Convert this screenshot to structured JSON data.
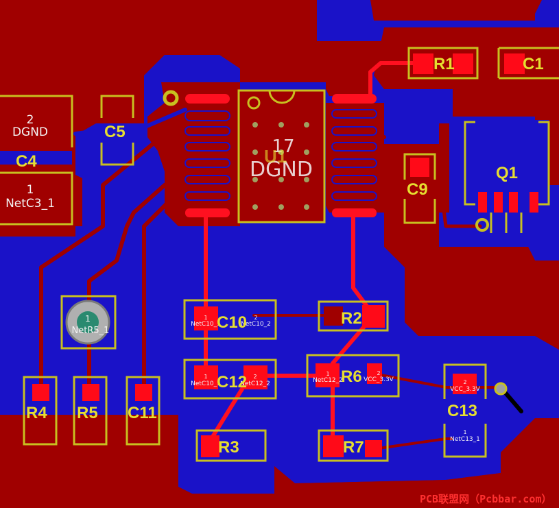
{
  "colors": {
    "top_copper": "#a00000",
    "bottom_copper": "#1a12c8",
    "trace": "#ff1020",
    "silkscreen": "#c8c020",
    "pad": "#ff0a18",
    "via_ring": "#c8c020",
    "watermark": "#ff3030"
  },
  "components": {
    "R1": "R1",
    "C1": "C1",
    "C4": "C4",
    "C5": "C5",
    "U1": "U1",
    "Q1": "Q1",
    "C9": "C9",
    "C10": "C10",
    "R2": "R2",
    "C12": "C12",
    "R6": "R6",
    "C13": "C13",
    "R4": "R4",
    "R5": "R5",
    "C11": "C11",
    "R3": "R3",
    "R7": "R7"
  },
  "pads": {
    "c4_pad2_num": "2",
    "c4_pad2_net": "DGND",
    "c4_pad1_num": "1",
    "c4_pad1_net": "NetC3_1",
    "u1_ep_num": "17",
    "u1_ep_net": "DGND",
    "r5_pad1_num": "1",
    "r5_pad1_net": "NetR5_1",
    "c10_pad1_num": "1",
    "c10_pad1_net": "NetC10_1",
    "c10_pad2_num": "2",
    "c10_pad2_net": "NetC10_2",
    "c12_pad1_num": "1",
    "c12_pad1_net": "NetC10_1",
    "c12_pad2_num": "2",
    "c12_pad2_net": "NetC12_2",
    "r6_pad1_num": "1",
    "r6_pad1_net": "NetC12_2",
    "r6_pad2_num": "2",
    "r6_pad2_net": "VCC_3.3V",
    "c13_pad2_num": "2",
    "c13_pad2_net": "VCC_3.3V",
    "c13_pad1_num": "1",
    "c13_pad1_net": "NetC13_1"
  },
  "watermark": "PCB联盟网（Pcbbar.com）"
}
